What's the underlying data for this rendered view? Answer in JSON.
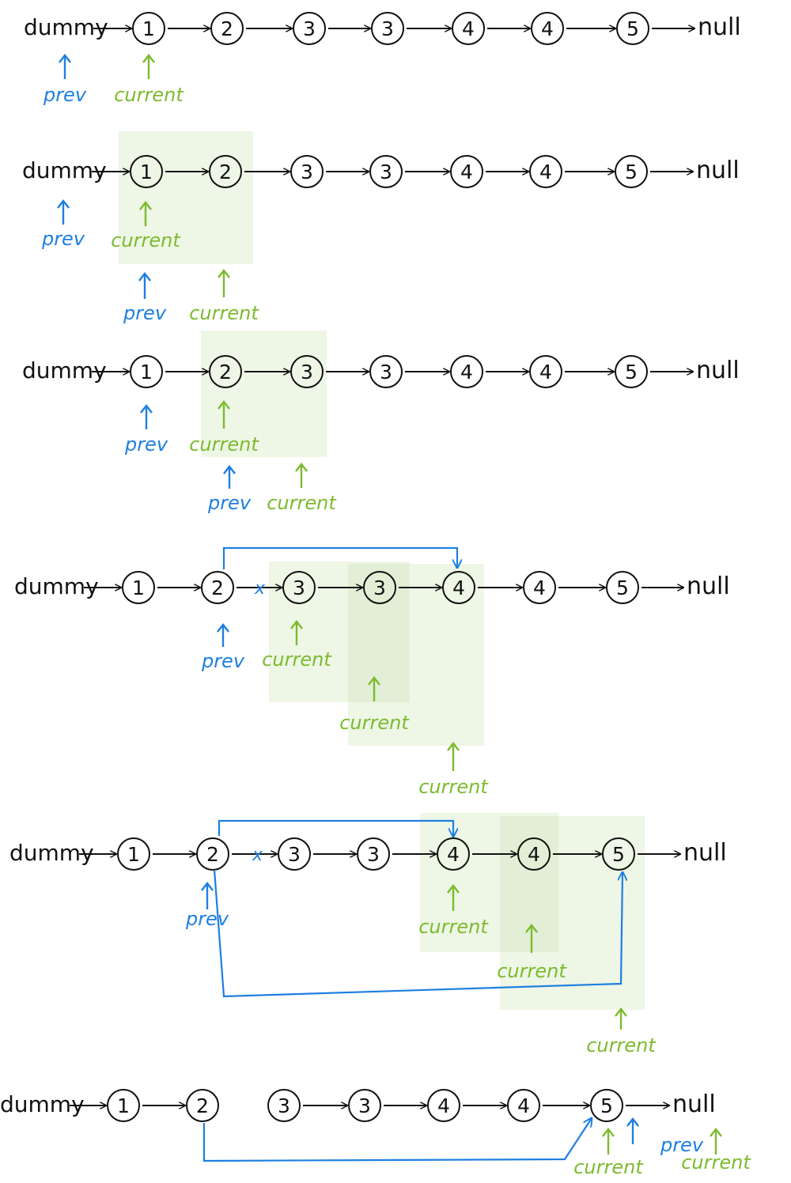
{
  "colors": {
    "ink": "#111111",
    "prev": "#1e7fe0",
    "current": "#7cbb2e",
    "highlight": "#eef6e6",
    "highlight_dark": "#e2efd6"
  },
  "labels": {
    "head": "dummy",
    "tail": "null",
    "prev": "prev",
    "current": "current",
    "removed_mark": "x"
  },
  "steps": [
    {
      "nodes": [
        "1",
        "2",
        "3",
        "3",
        "4",
        "4",
        "5"
      ]
    },
    {
      "nodes": [
        "1",
        "2",
        "3",
        "3",
        "4",
        "4",
        "5"
      ]
    },
    {
      "nodes": [
        "1",
        "2",
        "3",
        "3",
        "4",
        "4",
        "5"
      ]
    },
    {
      "nodes": [
        "1",
        "2",
        "3",
        "3",
        "4",
        "4",
        "5"
      ]
    },
    {
      "nodes": [
        "1",
        "2",
        "3",
        "3",
        "4",
        "4",
        "5"
      ]
    },
    {
      "nodes": [
        "1",
        "2",
        "3",
        "3",
        "4",
        "4",
        "5"
      ]
    }
  ]
}
